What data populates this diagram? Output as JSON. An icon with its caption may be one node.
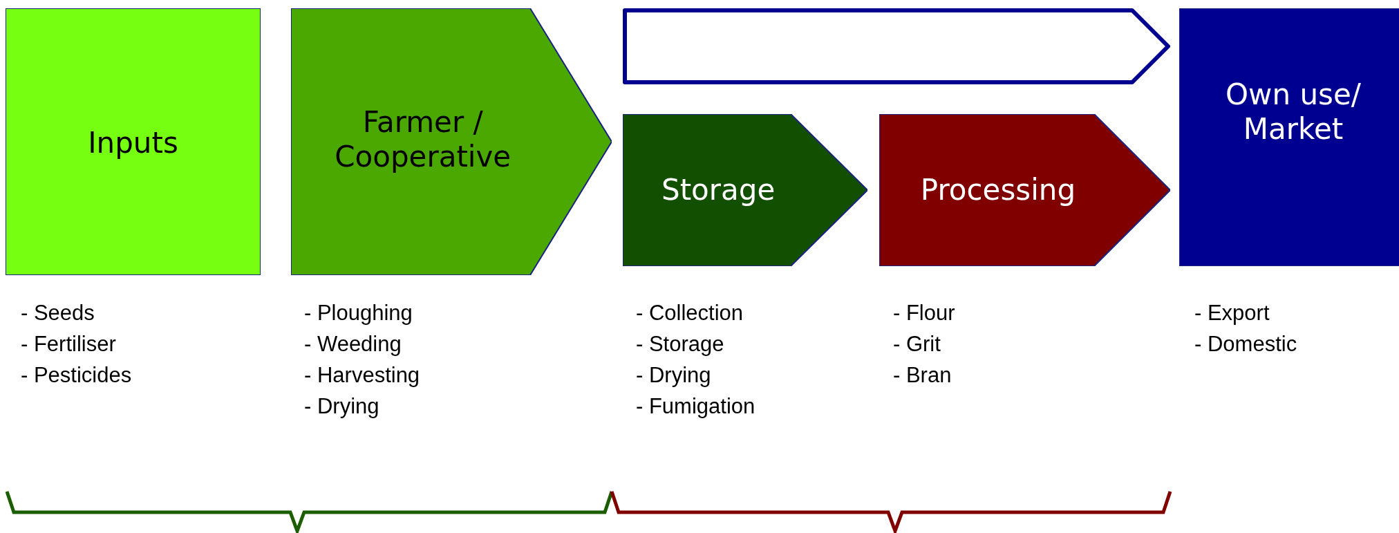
{
  "diagram": {
    "nodes": [
      {
        "text": [
          "Inputs"
        ],
        "beside": [
          "- Seeds",
          "- Fertiliser",
          "- Pesticides"
        ]
      },
      {
        "text": [
          "Farmer / Cooperative"
        ],
        "beside": [
          "- Ploughing",
          "- Weeding",
          "- Harvesting",
          "- Drying"
        ]
      },
      {
        "text": [],
        "shape": "arrow"
      },
      {
        "text": [
          "Storage"
        ],
        "beside": [
          "- Collection",
          "- Storage",
          "- Drying",
          "- Fumigation"
        ]
      },
      {
        "text": [
          "Processing"
        ],
        "beside": [
          "- Flour",
          "- Grit",
          "- Bran"
        ]
      },
      {
        "text": [
          "Own use/ Market"
        ],
        "beside": [
          "- Export",
          "- Domestic"
        ]
      }
    ],
    "edges": []
  }
}
